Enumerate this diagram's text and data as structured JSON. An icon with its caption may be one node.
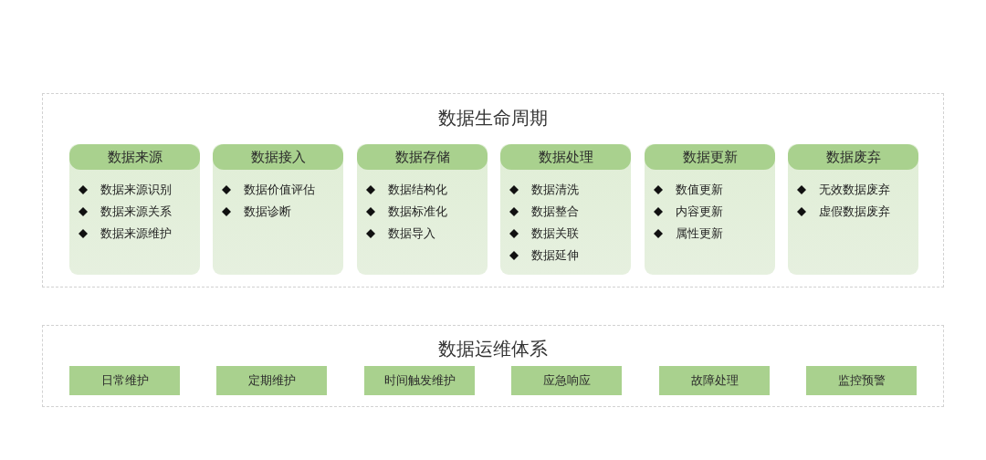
{
  "diagram": {
    "nodes": [
      {
        "text": [
          "数据生命周期"
        ]
      },
      {
        "text": [
          "数据来源",
          "数据来源识别",
          "数据来源关系",
          "数据来源维护"
        ],
        "in": 0
      },
      {
        "text": [
          "数据接入",
          "数据价值评估",
          "数据诊断"
        ],
        "in": 0
      },
      {
        "text": [
          "数据存储",
          "数据结构化",
          "数据标准化",
          "数据导入"
        ],
        "in": 0
      },
      {
        "text": [
          "数据处理",
          "数据清洗",
          "数据整合",
          "数据关联",
          "数据延伸"
        ],
        "in": 0
      },
      {
        "text": [
          "数据更新",
          "数值更新",
          "内容更新",
          "属性更新"
        ],
        "in": 0
      },
      {
        "text": [
          "数据废弃",
          "无效数据废弃",
          "虚假数据废弃"
        ],
        "in": 0
      },
      {
        "text": [
          "数据运维体系"
        ]
      },
      {
        "text": [
          "日常维护"
        ],
        "in": 7
      },
      {
        "text": [
          "定期维护"
        ],
        "in": 7
      },
      {
        "text": [
          "时间触发维护"
        ],
        "in": 7
      },
      {
        "text": [
          "应急响应"
        ],
        "in": 7
      },
      {
        "text": [
          "故障处理"
        ],
        "in": 7
      },
      {
        "text": [
          "监控预警"
        ],
        "in": 7
      }
    ]
  }
}
